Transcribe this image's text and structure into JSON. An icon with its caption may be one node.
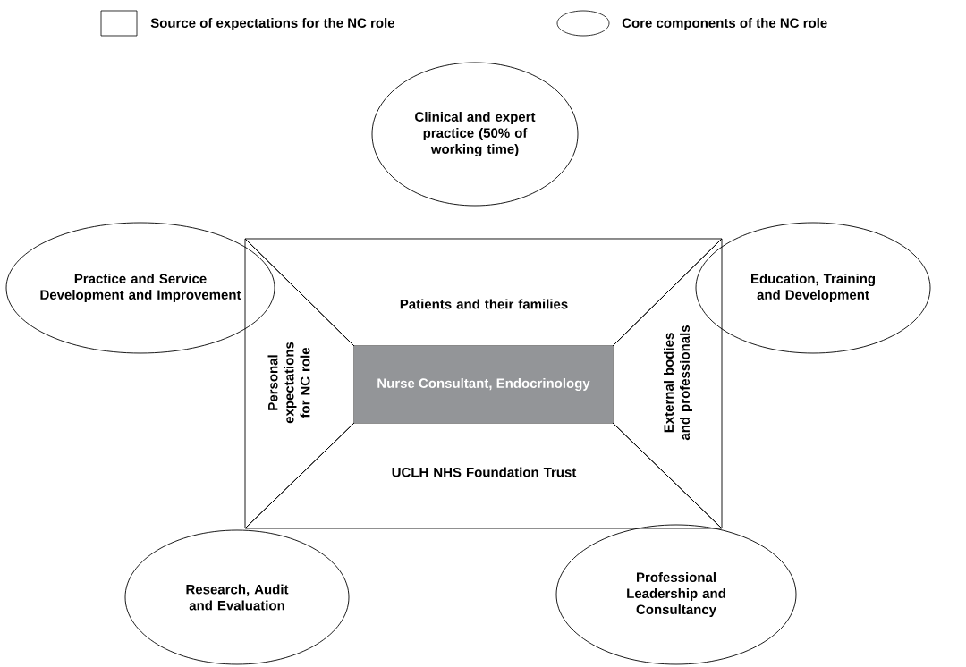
{
  "diagram": {
    "nodes": [
      {
        "text": [
          "Clinical and expert practice (50% of working time)"
        ]
      },
      {
        "text": [
          "Practice and Service Development and Improvement"
        ]
      },
      {
        "text": [
          "Education, Training and Development"
        ]
      },
      {
        "text": [
          "Patients and their families"
        ]
      },
      {
        "text": [
          "Personal expectations for NC role"
        ]
      },
      {
        "text": [
          "Nurse Consultant, Endocrinology"
        ]
      },
      {
        "text": [
          "External bodies and professionals"
        ]
      },
      {
        "text": [
          "UCLH NHS Foundation Trust"
        ]
      },
      {
        "text": [
          "Research, Audit and Evaluation"
        ]
      },
      {
        "text": [
          "Professional Leadership and Consultancy"
        ]
      }
    ],
    "legend": [
      {
        "text": "Source of expectations for the NC role"
      },
      {
        "text": "Core components of the NC role"
      }
    ]
  }
}
